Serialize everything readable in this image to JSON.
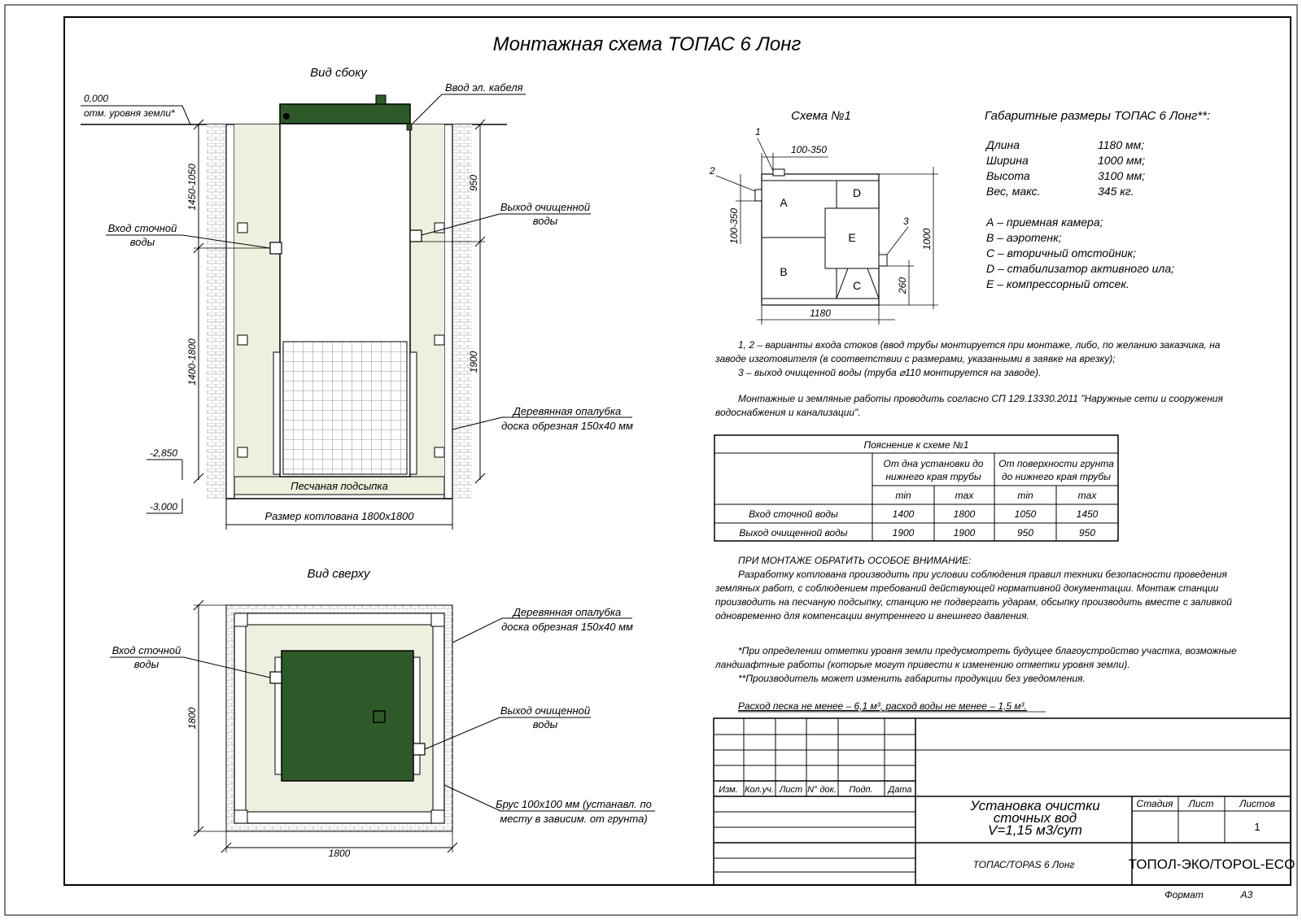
{
  "title": "Монтажная схема ТОПАС 6 Лонг",
  "side_view": {
    "title": "Вид сбоку",
    "ground_level_value": "0,000",
    "ground_level_label": "отм. уровня земли*",
    "cable_entry": "Ввод эл. кабеля",
    "inlet_label": [
      "Вход сточной",
      "воды"
    ],
    "outlet_label": [
      "Выход очищенной",
      "воды"
    ],
    "formwork_label": [
      "Деревянная опалубка",
      "доска обрезная 150х40 мм"
    ],
    "sand_label": "Песчаная подсыпка",
    "pit_label": "Размер котлована 1800х1800",
    "dim_inlet_depth": "1450-1050",
    "dim_inlet_height": "1400-1800",
    "dim_outlet_depth": "950",
    "dim_outlet_height": "1900",
    "level_bottom_unit": "-2,850",
    "level_bottom_pit": "-3,000"
  },
  "top_view": {
    "title": "Вид сверху",
    "formwork_label": [
      "Деревянная опалубка",
      "доска обрезная 150х40 мм"
    ],
    "inlet_label": [
      "Вход сточной",
      "воды"
    ],
    "outlet_label": [
      "Выход очищенной",
      "воды"
    ],
    "beam_label": [
      "Брус 100х100 мм (устанавл. по",
      "месту в зависим. от грунта)"
    ],
    "dim_width": "1800",
    "dim_height": "1800"
  },
  "scheme1": {
    "title": "Схема №1",
    "marker_1": "1",
    "marker_2": "2",
    "marker_3": "3",
    "dim_top": "100-350",
    "dim_side": "100-350",
    "dim_length": "1180",
    "dim_height": "1000",
    "dim_outlet": "260",
    "zone_a": "A",
    "zone_b": "B",
    "zone_c": "C",
    "zone_d": "D",
    "zone_e": "E"
  },
  "dimensions": {
    "title": "Габаритные размеры ТОПАС 6 Лонг**:",
    "items": [
      {
        "name": "Длина",
        "value": "1180 мм;"
      },
      {
        "name": "Ширина",
        "value": "1000 мм;"
      },
      {
        "name": "Высота",
        "value": "3100 мм;"
      },
      {
        "name": "Вес, макс.",
        "value": "345 кг."
      }
    ]
  },
  "legend": [
    "А – приемная камера;",
    "В – аэротенк;",
    "С – вторичный отстойник;",
    "D – стабилизатор активного ила;",
    "Е – компрессорный отсек."
  ],
  "notes": {
    "inlet_variants": [
      "1, 2 – варианты входа  стоков (ввод трубы монтируется при монтаже, либо, по желанию заказчика, на",
      "заводе изготовителя (в соответствии с размерами, указанными в заявке на врезку);",
      "3 – выход очищенной воды (труба ⌀110 монтируется на заводе)."
    ],
    "works": [
      "Монтажные и земляные работы проводить согласно СП 129.13330.2011 \"Наружные сети и сооружения",
      "водоснабжения и канализации\"."
    ],
    "attention_title": "ПРИ МОНТАЖЕ ОБРАТИТЬ ОСОБОЕ ВНИМАНИЕ:",
    "attention": [
      "Разработку котлована производить при условии соблюдения правил техники безопасности проведения",
      "земляных работ, с соблюдением требований действующей нормативной документации. Монтаж станции",
      "производить на песчаную подсыпку, станцию не подвергать ударам, обсыпку производить вместе с заливкой",
      "одновременно для компенсации внутреннего и внешнего давления."
    ],
    "footnotes": [
      "*При определении отметки уровня земли предусмотреть будущее благоустройство участка, возможные",
      "ландшафтные работы (которые могут привести к изменению отметки уровня земли).",
      "**Производитель может изменить габариты продукции без уведомления."
    ],
    "consumption": "Расход песка не менее – 6,1 м³, расход воды не менее – 1,5 м³."
  },
  "table": {
    "title": "Пояснение к схеме №1",
    "group1": [
      "От дна установки до",
      "нижнего края трубы"
    ],
    "group2": [
      "От поверхности грунта",
      "до нижнего края трубы"
    ],
    "sub": [
      "min",
      "max",
      "min",
      "max"
    ],
    "rows": [
      {
        "label": "Вход сточной воды",
        "values": [
          "1400",
          "1800",
          "1050",
          "1450"
        ]
      },
      {
        "label": "Выход очищенной воды",
        "values": [
          "1900",
          "1900",
          "950",
          "950"
        ]
      }
    ]
  },
  "title_block": {
    "headers": [
      "Изм.",
      "Кол.уч.",
      "Лист",
      "N° док.",
      "Подп.",
      "Дата"
    ],
    "project_name": [
      "Установка очистки",
      "сточных вод",
      "V=1,15 м3/сут"
    ],
    "stage_label": "Стадия",
    "sheet_label": "Лист",
    "sheets_label": "Листов",
    "sheets_value": "1",
    "product": "ТОПАС/TOPAS 6 Лонг",
    "company": "ТОПОЛ-ЭКО/TOPOL-ECO",
    "format_label": "Формат",
    "format_value": "А3"
  },
  "colors": {
    "unit_green": "#2e5a2a",
    "sand_fill": "#efefdf",
    "line": "#000000"
  }
}
